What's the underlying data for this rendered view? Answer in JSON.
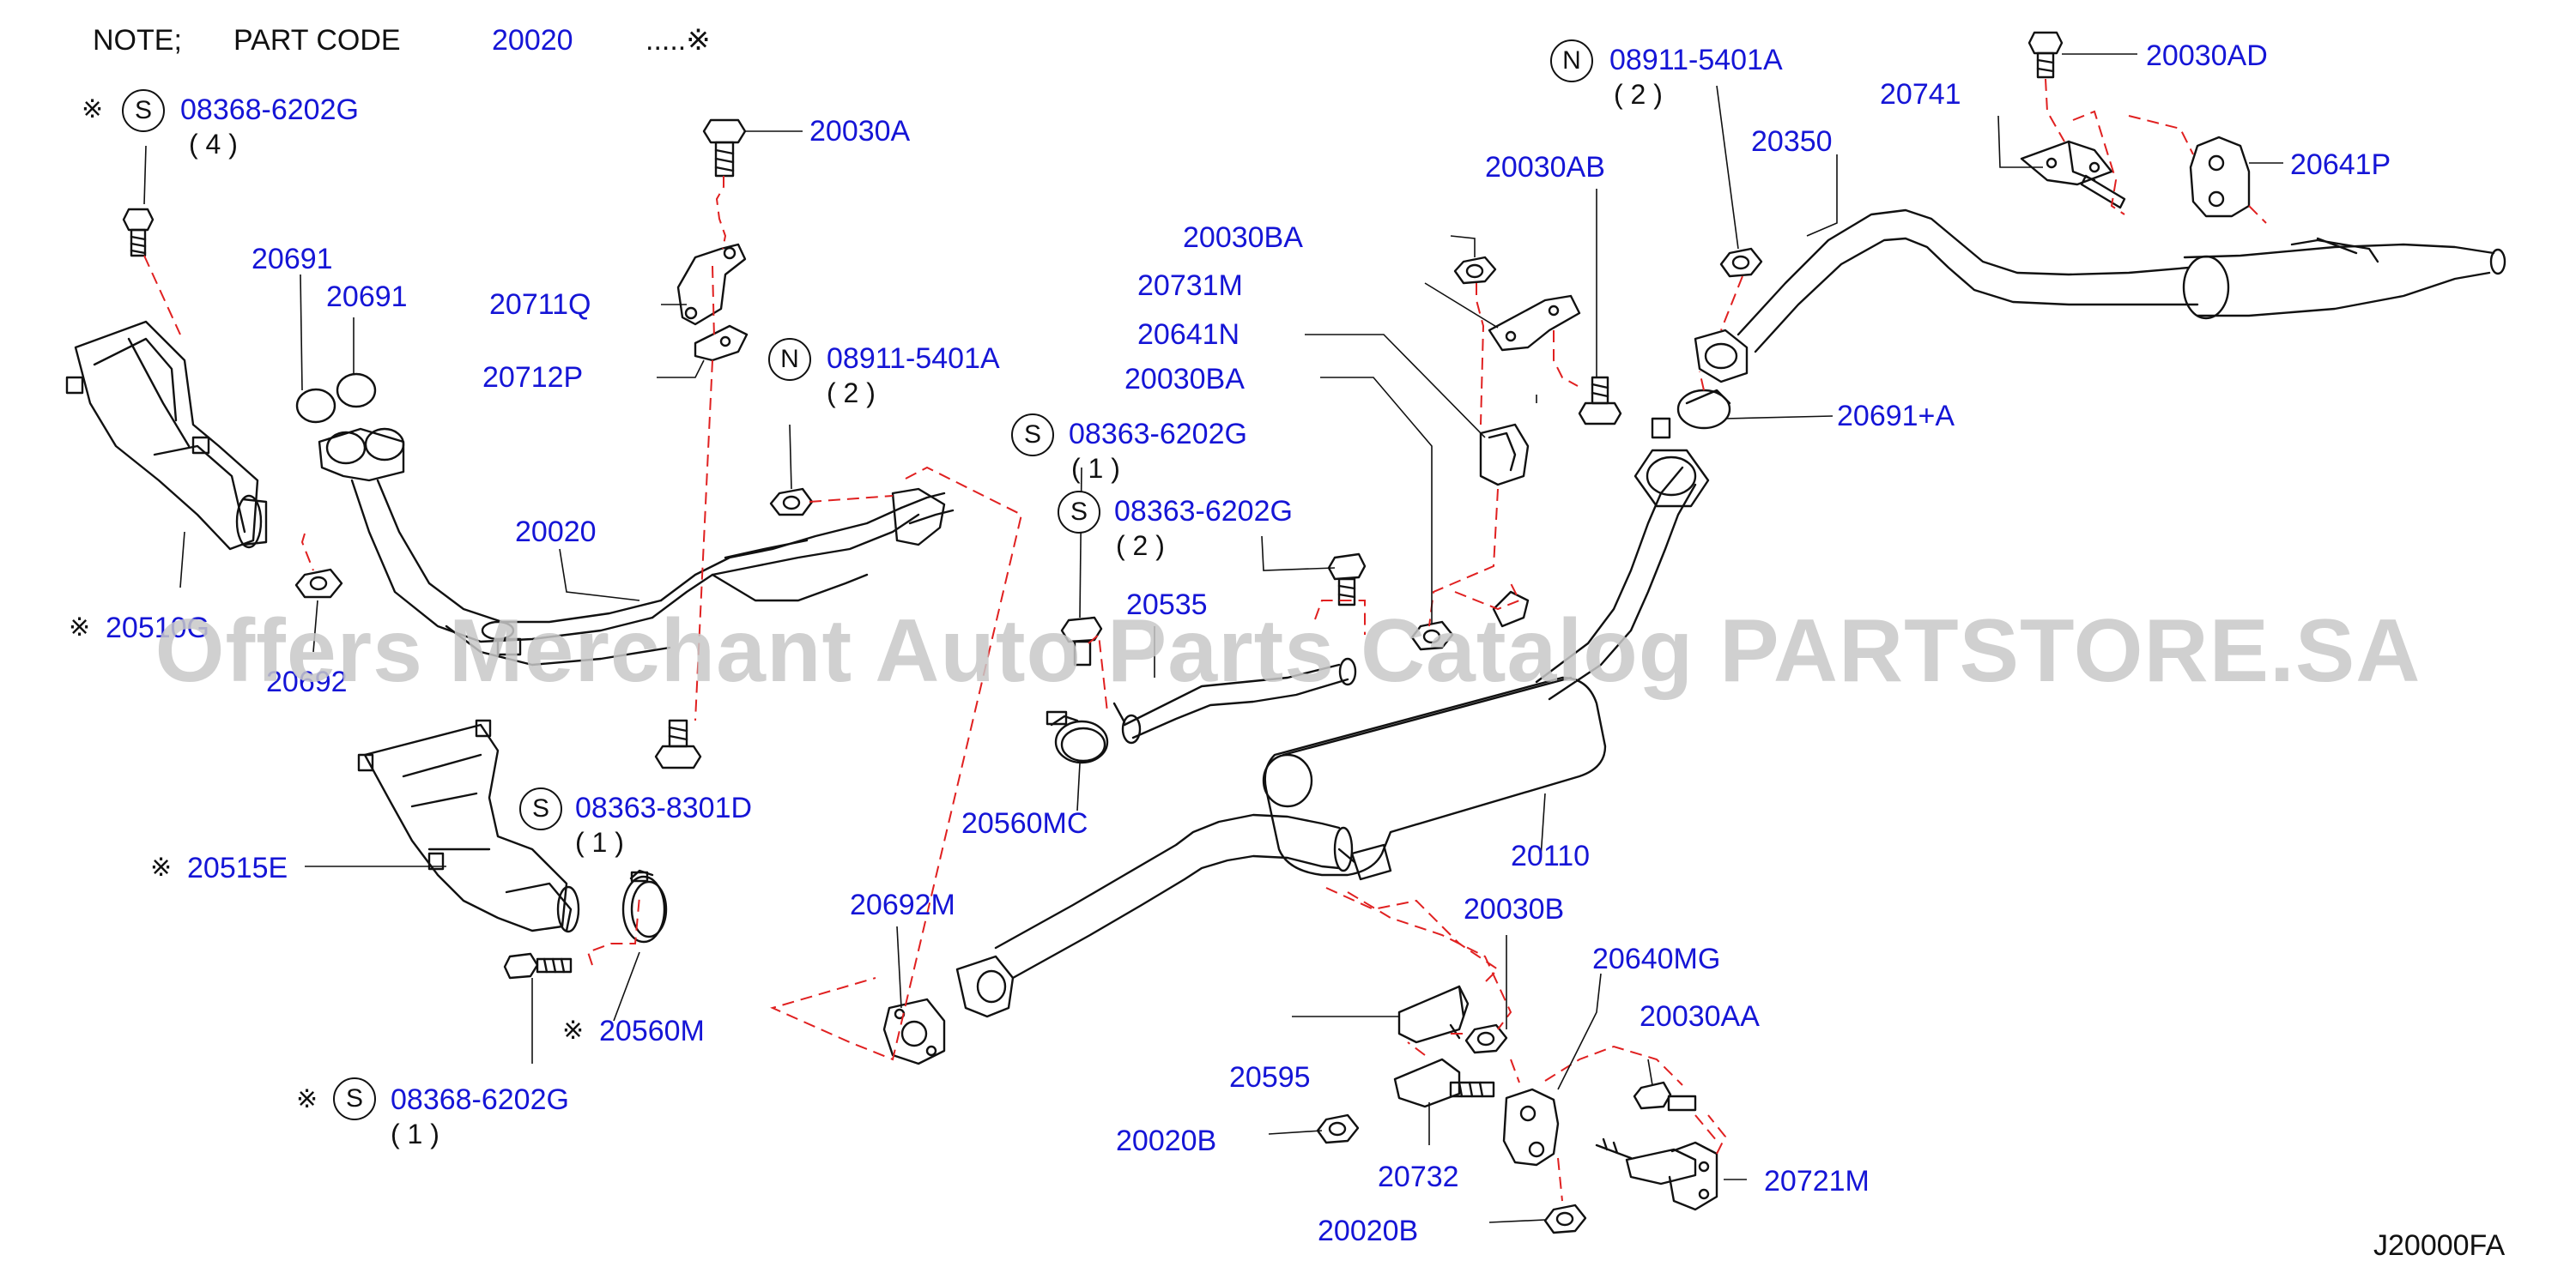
{
  "note": {
    "prefix": "NOTE;",
    "part_code_label": "PART  CODE",
    "code": "20020",
    "suffix": ".....※"
  },
  "symbol": "※",
  "diagram_code": "J20000FA",
  "watermark": "Offers Merchant Auto Parts Catalog PARTSTORE.SA",
  "colors": {
    "label": "#1515d6",
    "line": "#111111",
    "dash": "#e02020"
  },
  "parts": {
    "p20030A": "20030A",
    "p20711Q": "20711Q",
    "p20712P": "20712P",
    "p20691a": "20691",
    "p20691b": "20691",
    "p20020": "20020",
    "p20510G": "20510G",
    "p20692": "20692",
    "p20515E": "20515E",
    "p20560M": "20560M",
    "p20692M": "20692M",
    "p20560MC": "20560MC",
    "p20535": "20535",
    "p20030BA1": "20030BA",
    "p20731M": "20731M",
    "p20641N": "20641N",
    "p20030BA2": "20030BA",
    "p20030AB": "20030AB",
    "p20350": "20350",
    "p20741": "20741",
    "p20030AD": "20030AD",
    "p20641P": "20641P",
    "p20691A": "20691+A",
    "p20110": "20110",
    "p20030B": "20030B",
    "p20640MG": "20640MG",
    "p20030AA": "20030AA",
    "p20595": "20595",
    "p20020B1": "20020B",
    "p20732": "20732",
    "p20721M": "20721M",
    "p20020B2": "20020B"
  },
  "std_parts": {
    "s1": {
      "letter": "S",
      "code": "08368-6202G",
      "qty": "( 4 )"
    },
    "n1": {
      "letter": "N",
      "code": "08911-5401A",
      "qty": "( 2 )"
    },
    "n2": {
      "letter": "N",
      "code": "08911-5401A",
      "qty": "( 2 )"
    },
    "s2": {
      "letter": "S",
      "code": "08363-6202G",
      "qty": "( 1 )"
    },
    "s3": {
      "letter": "S",
      "code": "08363-6202G",
      "qty": "( 2 )"
    },
    "s4": {
      "letter": "S",
      "code": "08363-8301D",
      "qty": "( 1 )"
    },
    "s5": {
      "letter": "S",
      "code": "08368-6202G",
      "qty": "( 1 )"
    }
  }
}
